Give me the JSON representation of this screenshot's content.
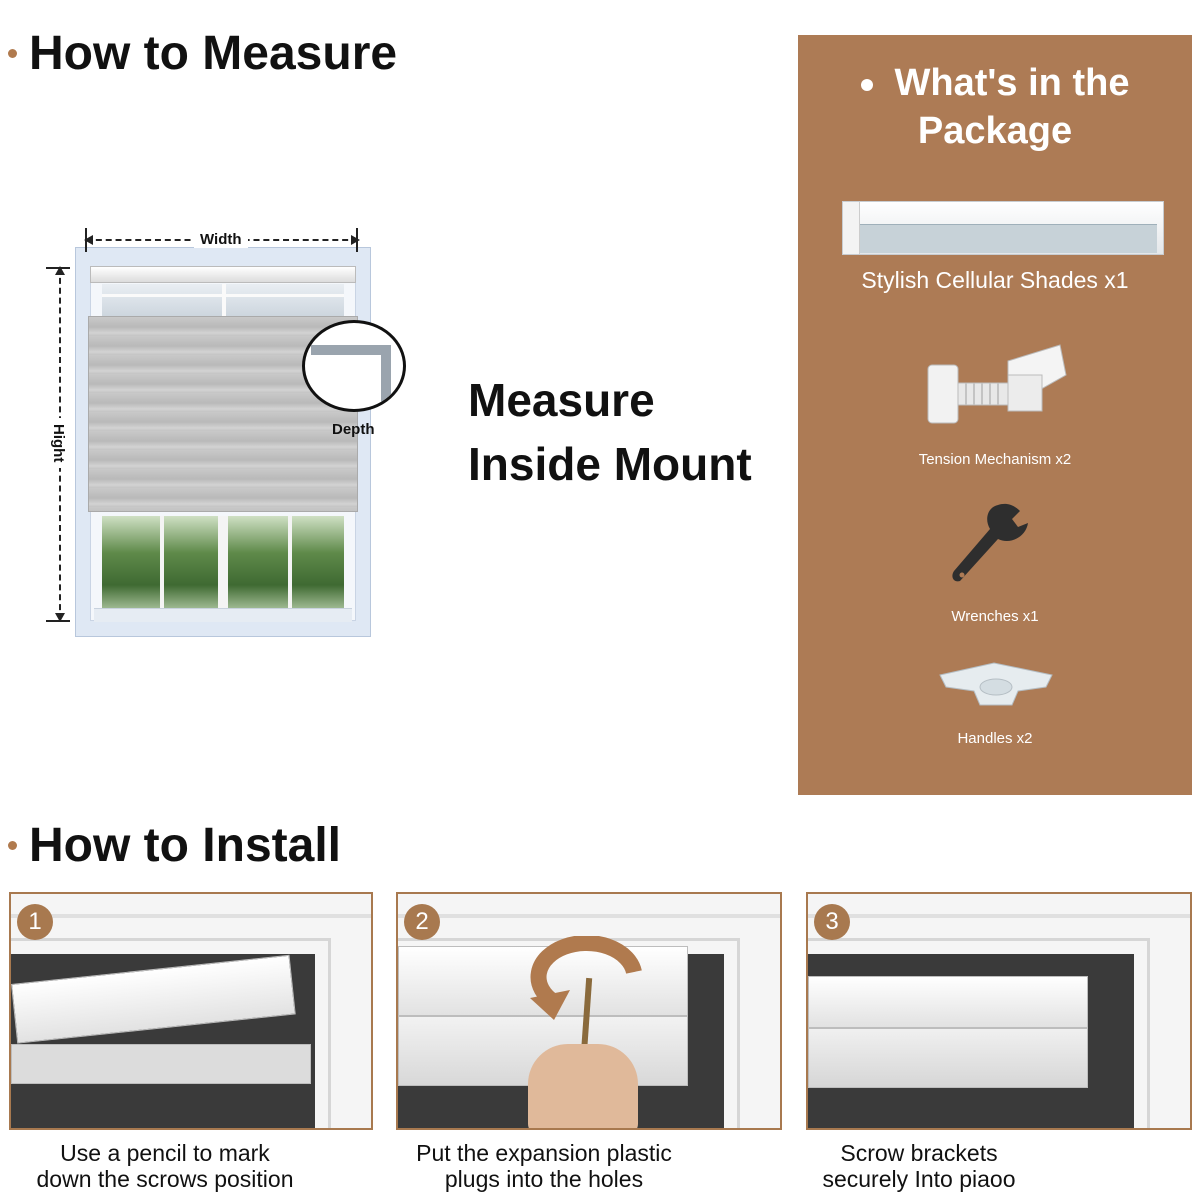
{
  "sections": {
    "measure_heading": "How to Measure",
    "install_heading": "How to Install"
  },
  "diagram": {
    "width_label": "Width",
    "height_label": "Hight",
    "depth_label": "Depth"
  },
  "measure_caption": {
    "line1": "Measure",
    "line2": "Inside Mount"
  },
  "package": {
    "title_line1": "What's in the",
    "title_line2": "Package",
    "items": [
      {
        "label": "Stylish Cellular Shades x1"
      },
      {
        "label": "Tension Mechanism x2"
      },
      {
        "label": "Wrenches x1"
      },
      {
        "label": "Handles x2"
      }
    ]
  },
  "steps": [
    {
      "number": "1",
      "line1": "Use a pencil to mark",
      "line2": "down the scrows position"
    },
    {
      "number": "2",
      "line1": "Put the expansion plastic",
      "line2": "plugs into the holes"
    },
    {
      "number": "3",
      "line1": "Scrow brackets",
      "line2": "securely Into piaoo"
    }
  ],
  "colors": {
    "accent": "#ad7b55",
    "step_border": "#a8794f"
  }
}
